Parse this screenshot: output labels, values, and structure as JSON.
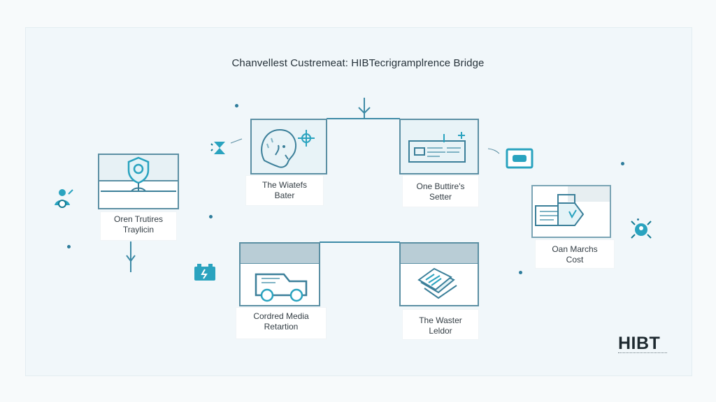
{
  "title": "Chanvellest Custremeat: HIBTecrigramplrence Bridge",
  "nodes": {
    "topleft": {
      "line1": "The Wiatefs",
      "line2": "Bater"
    },
    "topright": {
      "line1": "One Buttire's",
      "line2": "Setter"
    },
    "left": {
      "line1": "Oren Trutires",
      "line2": "Traylicin"
    },
    "right": {
      "line1": "Oan Marchs",
      "line2": "Cost"
    },
    "botleft": {
      "line1": "Cordred Media",
      "line2": "Retartion"
    },
    "botright": {
      "line1": "The Waster",
      "line2": "Leldor"
    }
  },
  "brand": "HIBT",
  "colors": {
    "accent": "#2aa3bf",
    "stroke": "#5b8fa3",
    "ink": "#26323a"
  }
}
